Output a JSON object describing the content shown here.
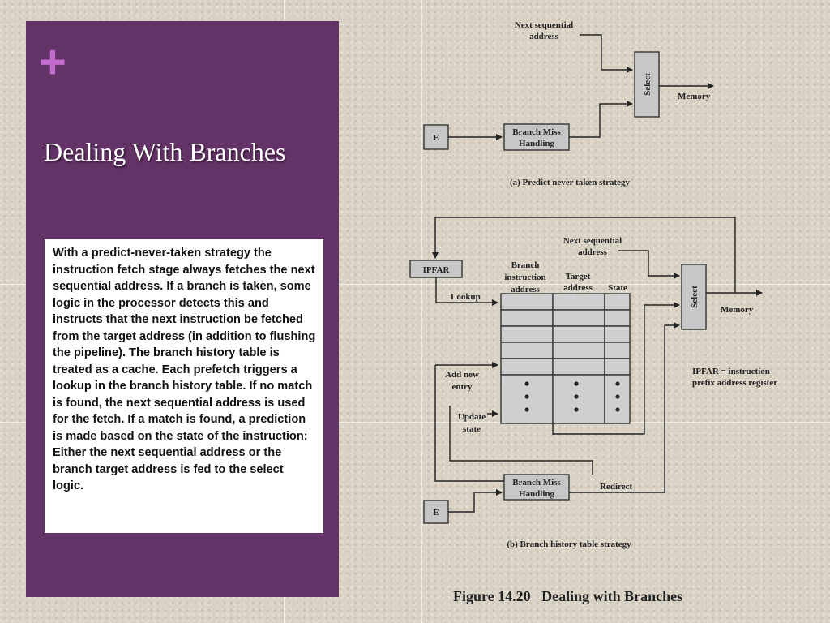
{
  "slide": {
    "plus_symbol": "+",
    "title": "Dealing With Branches",
    "body": "With a predict-never-taken strategy the instruction fetch stage always fetches the next sequential address. If a branch is taken, some logic in the processor detects this and instructs that the next instruction be fetched from the target address (in addition to flushing the pipeline). The branch history table is treated as a cache. Each prefetch triggers a lookup in the branch history table. If no match is found, the next sequential address is used for the fetch. If a match is found, a prediction is made based on the state of the instruction: Either the next sequential address or the branch target address is fed to the select logic.",
    "accent_color": "#c46bd0",
    "panel_color": "#633266"
  },
  "diagram_a": {
    "next_seq_line1": "Next sequential",
    "next_seq_line2": "address",
    "select": "Select",
    "memory": "Memory",
    "e": "E",
    "branch_miss_line1": "Branch Miss",
    "branch_miss_line2": "Handling",
    "caption": "(a) Predict never taken strategy"
  },
  "diagram_b": {
    "ipfar": "IPFAR",
    "next_seq_line1": "Next sequential",
    "next_seq_line2": "address",
    "branch_instr_line1": "Branch",
    "branch_instr_line2": "instruction",
    "branch_instr_line3": "address",
    "target_line1": "Target",
    "target_line2": "address",
    "state": "State",
    "lookup": "Lookup",
    "select": "Select",
    "memory": "Memory",
    "add_new_line1": "Add new",
    "add_new_line2": "entry",
    "update_line1": "Update",
    "update_line2": "state",
    "ipfar_def_line1": "IPFAR = instruction",
    "ipfar_def_line2": "prefix address register",
    "branch_miss_line1": "Branch Miss",
    "branch_miss_line2": "Handling",
    "redirect": "Redirect",
    "e": "E",
    "caption": "(b) Branch history table strategy"
  },
  "figure_caption": "Figure 14.20   Dealing with Branches"
}
